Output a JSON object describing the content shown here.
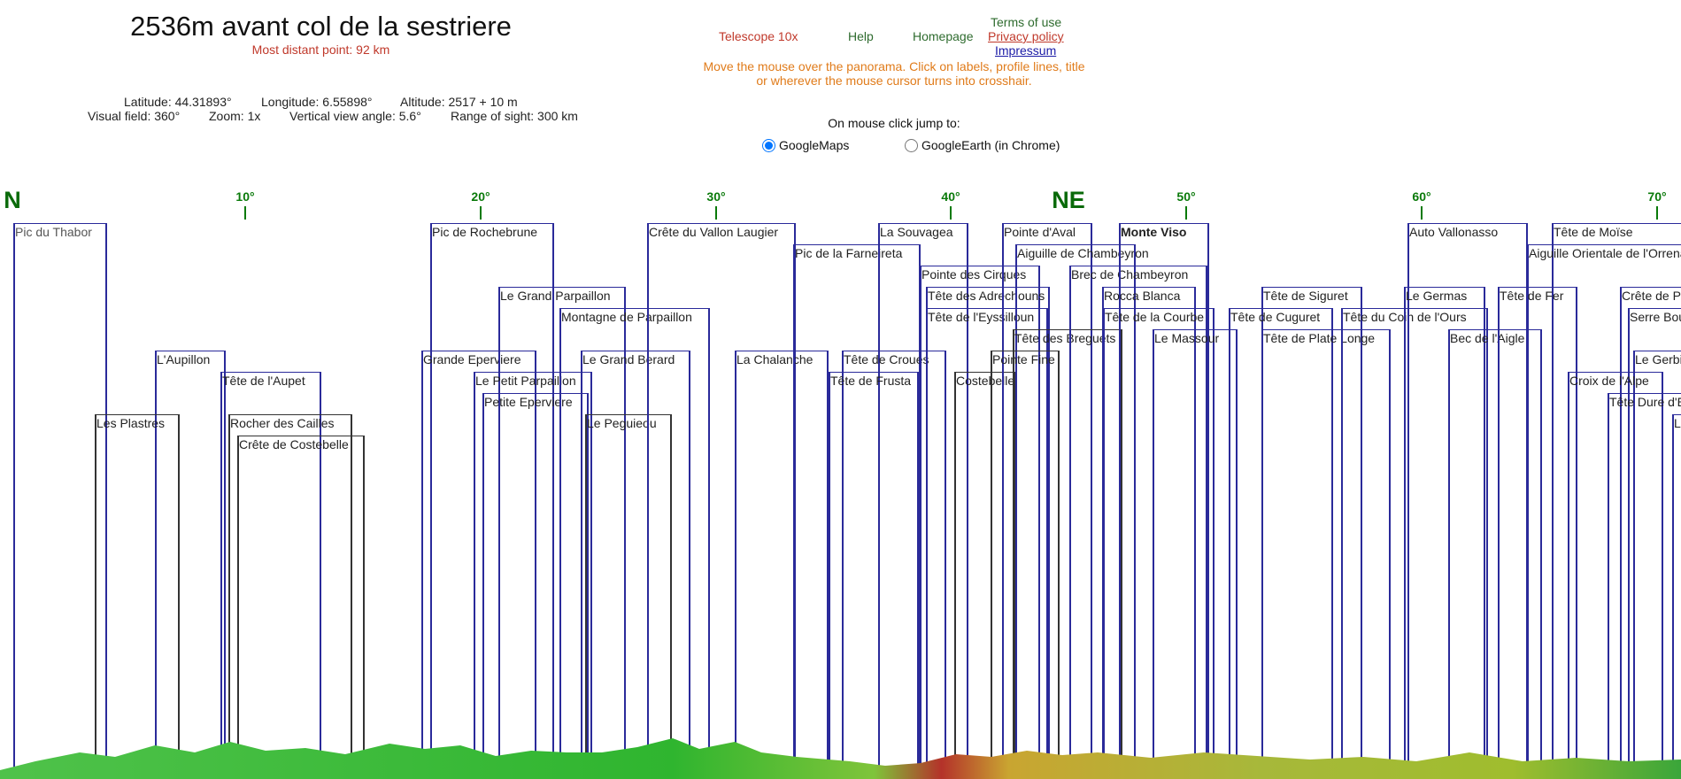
{
  "header": {
    "title": "2536m avant col de la sestriere",
    "subtitle": "Most distant point: 92 km",
    "info_row1": [
      {
        "label": "Latitude: 44.31893°"
      },
      {
        "label": "Longitude: 6.55898°"
      },
      {
        "label": "Altitude: 2517 + 10 m"
      }
    ],
    "info_row2": [
      {
        "label": "Visual field: 360°"
      },
      {
        "label": "Zoom: 1x"
      },
      {
        "label": "Vertical view angle: 5.6°"
      },
      {
        "label": "Range of sight: 300 km"
      }
    ]
  },
  "nav": {
    "telescope": "Telescope 10x",
    "help": "Help",
    "homepage": "Homepage",
    "terms": "Terms of use",
    "privacy": "Privacy policy",
    "impressum": "Impressum"
  },
  "instructions": "Move the mouse over the panorama. Click on labels, profile lines, title or wherever the mouse cursor turns into crosshair.",
  "jump": {
    "label": "On mouse click jump to:",
    "options": [
      {
        "label": "GoogleMaps",
        "checked": true
      },
      {
        "label": "GoogleEarth (in Chrome)",
        "checked": false
      }
    ]
  },
  "axis": {
    "ticks": [
      "10°",
      "20°",
      "30°",
      "40°",
      "50°",
      "60°",
      "70°"
    ],
    "directions": [
      "N",
      "NE"
    ]
  },
  "peaks": [
    {
      "name": "Pic du Thabor",
      "style": "grey"
    },
    {
      "name": "L'Aupillon"
    },
    {
      "name": "Les Plastres",
      "style": "dark"
    },
    {
      "name": "Tête de l'Aupet"
    },
    {
      "name": "Rocher des Cailles",
      "style": "dark"
    },
    {
      "name": "Crête de Costebelle",
      "style": "dark"
    },
    {
      "name": "Pic de Rochebrune"
    },
    {
      "name": "Grande Eperviere"
    },
    {
      "name": "Le Grand Parpaillon"
    },
    {
      "name": "Le Petit Parpaillon"
    },
    {
      "name": "Petite Eperviere"
    },
    {
      "name": "Montagne de Parpaillon"
    },
    {
      "name": "Le Grand Berard"
    },
    {
      "name": "Le Peguieou",
      "style": "dark"
    },
    {
      "name": "Crête du Vallon Laugier"
    },
    {
      "name": "La Chalanche"
    },
    {
      "name": "Pic de la Farneireta"
    },
    {
      "name": "La Souvagea"
    },
    {
      "name": "Tête de Croues"
    },
    {
      "name": "Tête de Frusta"
    },
    {
      "name": "Pointe des Cirques"
    },
    {
      "name": "Tête des Adrechouns"
    },
    {
      "name": "Tête de l'Eyssilloun"
    },
    {
      "name": "Costebelle",
      "style": "dark"
    },
    {
      "name": "Pointe d'Aval"
    },
    {
      "name": "Aiguille de Chambeyron"
    },
    {
      "name": "Pointe Fine",
      "style": "dark"
    },
    {
      "name": "Tête des Breguets",
      "style": "dark"
    },
    {
      "name": "Brec de Chambeyron"
    },
    {
      "name": "Monte Viso",
      "style": "bold"
    },
    {
      "name": "Rocca Blanca"
    },
    {
      "name": "Tête de la Courbe"
    },
    {
      "name": "Le Massour"
    },
    {
      "name": "Tête de Siguret"
    },
    {
      "name": "Tête de Cuguret"
    },
    {
      "name": "Tête de Plate Longe"
    },
    {
      "name": "Tête du Coin de l'Ours"
    },
    {
      "name": "Auto Vallonasso"
    },
    {
      "name": "Le Germas"
    },
    {
      "name": "Bec de l'Aigle"
    },
    {
      "name": "Tête de Moïse"
    },
    {
      "name": "Aiguille Orientale de l'Orrenaye"
    },
    {
      "name": "Tête de Fer"
    },
    {
      "name": "Crête de Peyrassol"
    },
    {
      "name": "Serre Bouchet"
    },
    {
      "name": "Le Gerbier"
    },
    {
      "name": "Croix de l'Alpe"
    },
    {
      "name": "Tête Dure d'Enchastraye"
    },
    {
      "name": "L"
    }
  ],
  "colors": {
    "accent_red": "#c0392b",
    "link_green": "#2e6b2e",
    "instruction_orange": "#e07b1a",
    "axis_green": "#0a7a0a",
    "profile_blue": "#2a2a9a"
  }
}
